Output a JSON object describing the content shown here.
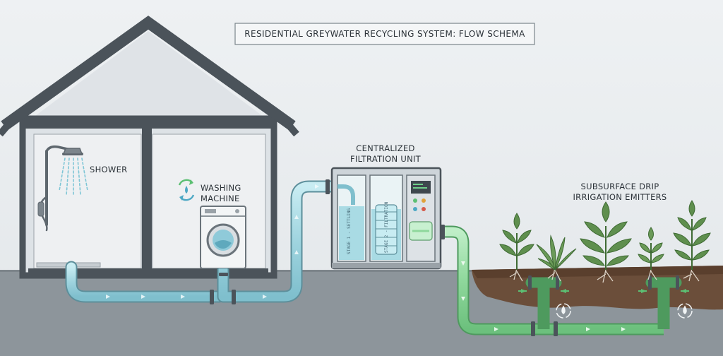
{
  "title": "RESIDENTIAL GREYWATER RECYCLING SYSTEM: FLOW SCHEMA",
  "labels": {
    "shower": "SHOWER",
    "washing_line1": "WASHING",
    "washing_line2": "MACHINE",
    "filter_line1": "CENTRALIZED",
    "filter_line2": "FILTRATION UNIT",
    "irrigation_line1": "SUBSURFACE DRIP",
    "irrigation_line2": "IRRIGATION EMITTERS"
  },
  "filter_stages": {
    "stage1": "STAGE 1 - SETTLING",
    "stage2": "STAGE 2 - FILTRATION"
  },
  "colors": {
    "greywater_pipe": "#9fd4df",
    "treated_pipe": "#8fd89c",
    "house_outline": "#4b535a",
    "ground": "#8d959b",
    "soil": "#6b4e3a"
  },
  "icons": [
    "shower-icon",
    "recycle-droplet-icon",
    "washing-machine-icon",
    "drip-emitter-icon",
    "plant-icon",
    "flow-arrow-icon"
  ]
}
